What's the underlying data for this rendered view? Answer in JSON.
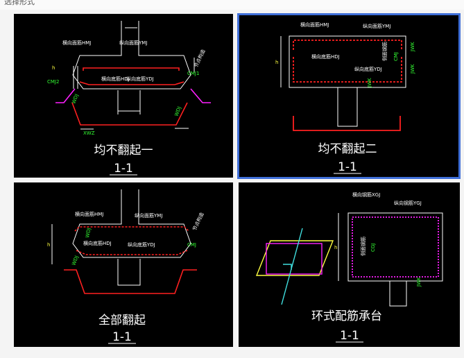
{
  "header_text": "选择形式",
  "panels": [
    {
      "caption": "均不翻起一",
      "section": "1-1",
      "labels": {
        "top_label": "横向面筋HMJ",
        "top_label2": "纵向面筋YMJ",
        "bottom_label": "纵向底筋YDJ",
        "bottom_label2": "横向底筋HDJ",
        "side_code_left": "CMJ2",
        "side_code_right": "CMJ1",
        "side_vertical": "节点构造",
        "dim_h": "h",
        "mark_a": "WDJ",
        "mark_b": "WDJ",
        "mark_c": "XWZ"
      }
    },
    {
      "caption": "均不翻起二",
      "section": "1-1",
      "labels": {
        "top_label": "横向面筋HMJ",
        "top_label2": "纵向面筋YMJ",
        "mid_label": "横向底筋HDJ",
        "bottom_label": "纵向底筋YDJ",
        "side_vertical": "侧面钢筋",
        "side_code": "CMJ",
        "dim_h": "h",
        "dim_r1": "JWK",
        "dim_r2": "JWK",
        "dim_b": "JWK"
      }
    },
    {
      "caption": "全部翻起",
      "section": "1-1",
      "labels": {
        "top_label": "横向面筋HMJ",
        "top_label2": "纵向面筋YMJ",
        "bottom_label": "纵向底筋YDJ",
        "bottom_label2": "横向底筋HDJ",
        "side_code_right": "CMJ",
        "side_vertical": "节点构造",
        "dim_h": "h",
        "mark_a": "WDJ",
        "mark_b": "WDJ"
      }
    },
    {
      "caption": "环式配筋承台",
      "section": "1-1",
      "labels": {
        "top_label": "横向钢筋XGJ",
        "top_label2": "纵向钢筋YGJ",
        "side_vertical": "侧面钢筋",
        "side_code": "CGJ",
        "dim_h": "h",
        "dim_b": "JWK"
      }
    }
  ],
  "colors": {
    "canvas": "#000000",
    "concrete": "#ffffff",
    "rebar": "#ff2020",
    "hoop": "#ff20ff",
    "label": "#ffffff",
    "code": "#33ff33",
    "yellow": "#ffff40",
    "cyan": "#40e0e0",
    "selected": "#3f6fd8"
  }
}
